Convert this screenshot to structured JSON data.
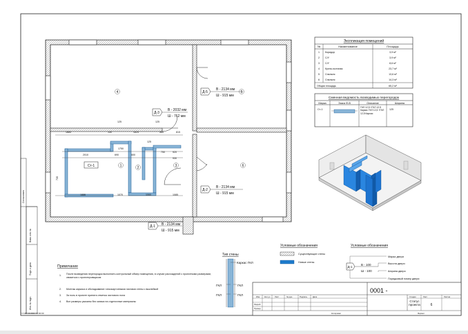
{
  "sheet": {
    "title_small": "0001 -",
    "status_label": "Статус проекта",
    "sheet_number": "6",
    "date_stamp": "21.10.2021 13:00:00",
    "stage_label": "Стадия",
    "sheet_label": "Лист",
    "sheets_label": "Листов",
    "copied_label": "Копировал",
    "format_label": "Формат",
    "title_block_cols": [
      "Изм",
      "Кол.уч",
      "Лист",
      "№ док.",
      "Подпись",
      "Дата"
    ],
    "title_block_rows": [
      "Разраб.",
      "Провер."
    ],
    "side_stamp_labels": [
      "Взам. инв. №",
      "Подп. и дата",
      "Инв. № подл."
    ],
    "side_note": "Согласовано"
  },
  "explication": {
    "title": "Экспликация помещений",
    "headers": [
      "№",
      "Наименование",
      "Площадь"
    ],
    "rows": [
      [
        "1",
        "Коридор",
        "3,9 м²"
      ],
      [
        "2",
        "С/У",
        "3,9 м²"
      ],
      [
        "3",
        "С/У",
        "8,6 м²"
      ],
      [
        "4",
        "Кухня-гостиная",
        "23,7 м²"
      ],
      [
        "5",
        "Спальня",
        "13,6 м²"
      ],
      [
        "6",
        "Спальня",
        "14,3 м²"
      ]
    ],
    "total_label": "Общая площадь",
    "total_value": "65,2 м²"
  },
  "partitions": {
    "title": "Сменная ведомость возводимых перегородок",
    "headers": [
      "Марка",
      "Эскиз Ф-В",
      "Описание",
      "Ширина"
    ],
    "mark": "Ст-1",
    "description": "ГКЛ 12,5 +ГКЛ 12,5 Каркас ГКЛ 12,5 +ГКЛ 12,5 Каркас",
    "width": "125"
  },
  "doors": {
    "d1": {
      "label": "Д-1",
      "h": "В - 2134 мм",
      "w": "Ш - 915 мм"
    },
    "d2": {
      "label": "Д-2",
      "h": "В - 2134 мм",
      "w": "Ш - 915 мм"
    },
    "d3": {
      "label": "Д-3",
      "h": "В - 2032 мм",
      "w": "Ш - 762 мм"
    },
    "d5": {
      "label": "Д-5",
      "h": "В - 2134 мм",
      "w": "Ш - 915 мм"
    }
  },
  "dims": {
    "d1885": "1885",
    "d140": "140",
    "d1625": "1625",
    "d565": "565",
    "d815": "815",
    "d125a": "125",
    "d125b": "125",
    "d125c": "125",
    "d2010": "2010",
    "d690": "690",
    "d600": "600",
    "d1750": "1750",
    "d920": "920",
    "d750": "750",
    "d930": "930",
    "d1070": "1070",
    "d1060": "1060",
    "d1085": "1085",
    "d1886": "1886",
    "d735": "735"
  },
  "rooms": [
    "1",
    "2",
    "3",
    "4",
    "5",
    "6"
  ],
  "wall_mark": "Ст-1",
  "wall_type": {
    "title": "Тип стены",
    "frame": "Каркас ГКЛ",
    "gkl": "ГКЛ"
  },
  "legend1": {
    "title": "Условные обозначения",
    "existing": "Существующие стены",
    "new": "Новые стены"
  },
  "legend2": {
    "title": "Условные обозначения",
    "tag": "Д-1",
    "height": "В - 100",
    "width": "Ш - 100",
    "mark": "Марка двери",
    "height_lbl": "Высота двери",
    "width_lbl": "Ширина двери",
    "order": "Порядковый номер двери"
  },
  "notes": {
    "title": "Примечание",
    "items": [
      "После возведения перегородок выполнить контрольный обмер помещения, в случае расхождений с проектными размерами, связаться с проектировщиком",
      "Монтаж каркаса и обкладывание гипсокартонными листами стены с выклейкой",
      "За ноль в проекте принята отметка чистового пола",
      "Все размеры указаны без запаса на отделочные материалы"
    ]
  },
  "colors": {
    "accent": "#1e7ccc",
    "line": "#222222",
    "hatch": "#8fb8d8"
  }
}
